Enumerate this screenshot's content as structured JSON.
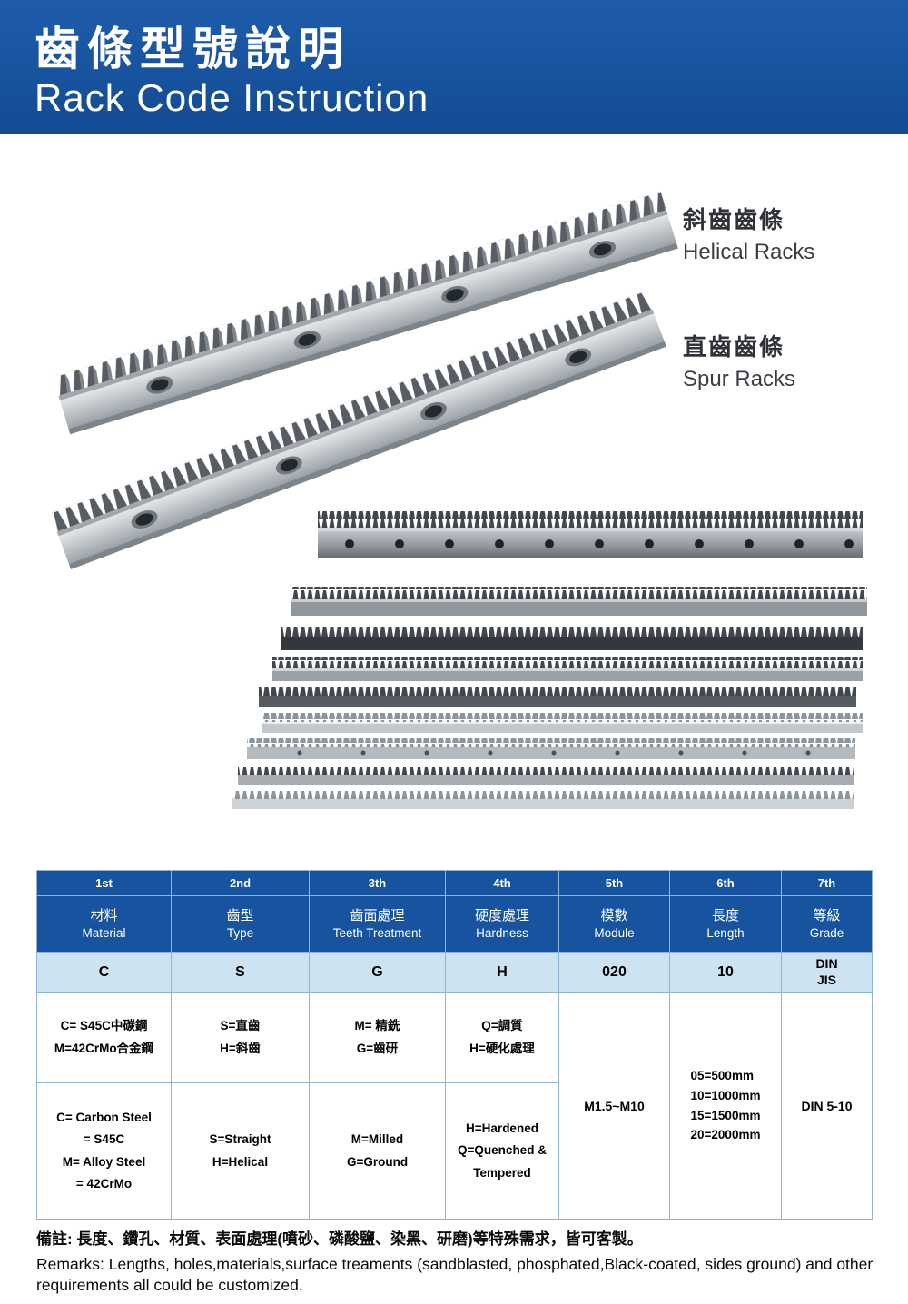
{
  "header": {
    "title_zh": "齒條型號說明",
    "title_en": "Rack Code Instruction"
  },
  "products": {
    "helical": {
      "label_zh": "斜齒齒條",
      "label_en": "Helical Racks"
    },
    "spur": {
      "label_zh": "直齒齒條",
      "label_en": "Spur Racks"
    }
  },
  "table": {
    "columns": [
      "1st",
      "2nd",
      "3th",
      "4th",
      "5th",
      "6th",
      "7th"
    ],
    "headers_zh": [
      "材料",
      "齒型",
      "齒面處理",
      "硬度處理",
      "模數",
      "長度",
      "等級"
    ],
    "headers_en": [
      "Material",
      "Type",
      "Teeth Treatment",
      "Hardness",
      "Module",
      "Length",
      "Grade"
    ],
    "codes": [
      "C",
      "S",
      "G",
      "H",
      "020",
      "10"
    ],
    "grade_code": [
      "DIN",
      "JIS"
    ],
    "details_zh": {
      "material": [
        "C= S45C中碳鋼",
        "M=42CrMo合金鋼"
      ],
      "type": [
        "S=直齒",
        "H=斜齒"
      ],
      "teeth": [
        "M= 精銑",
        "G=齒研"
      ],
      "hardness": [
        "Q=調質",
        "H=硬化處理"
      ]
    },
    "details_en": {
      "material": [
        "C= Carbon Steel",
        "= S45C",
        "M= Alloy Steel",
        "= 42CrMo"
      ],
      "type": [
        "S=Straight",
        "H=Helical"
      ],
      "teeth": [
        "M=Milled",
        "G=Ground"
      ],
      "hardness": [
        "H=Hardened",
        "Q=Quenched &",
        "Tempered"
      ]
    },
    "module": "M1.5~M10",
    "length_options": [
      "05=500mm",
      "10=1000mm",
      "15=1500mm",
      "20=2000mm"
    ],
    "grade_range": "DIN 5-10"
  },
  "remarks": {
    "zh": "備註: 長度、鑽孔、材質、表面處理(噴砂、磷酸鹽、染黑、研磨)等特殊需求，皆可客製。",
    "en": "Remarks: Lengths, holes,materials,surface treaments (sandblasted, phosphated,Black-coated, sides ground) and other requirements all could be customized."
  },
  "colors": {
    "header_blue": "#17539e",
    "light_blue_row": "#cde3f1",
    "table_border": "#8fb4d4"
  }
}
